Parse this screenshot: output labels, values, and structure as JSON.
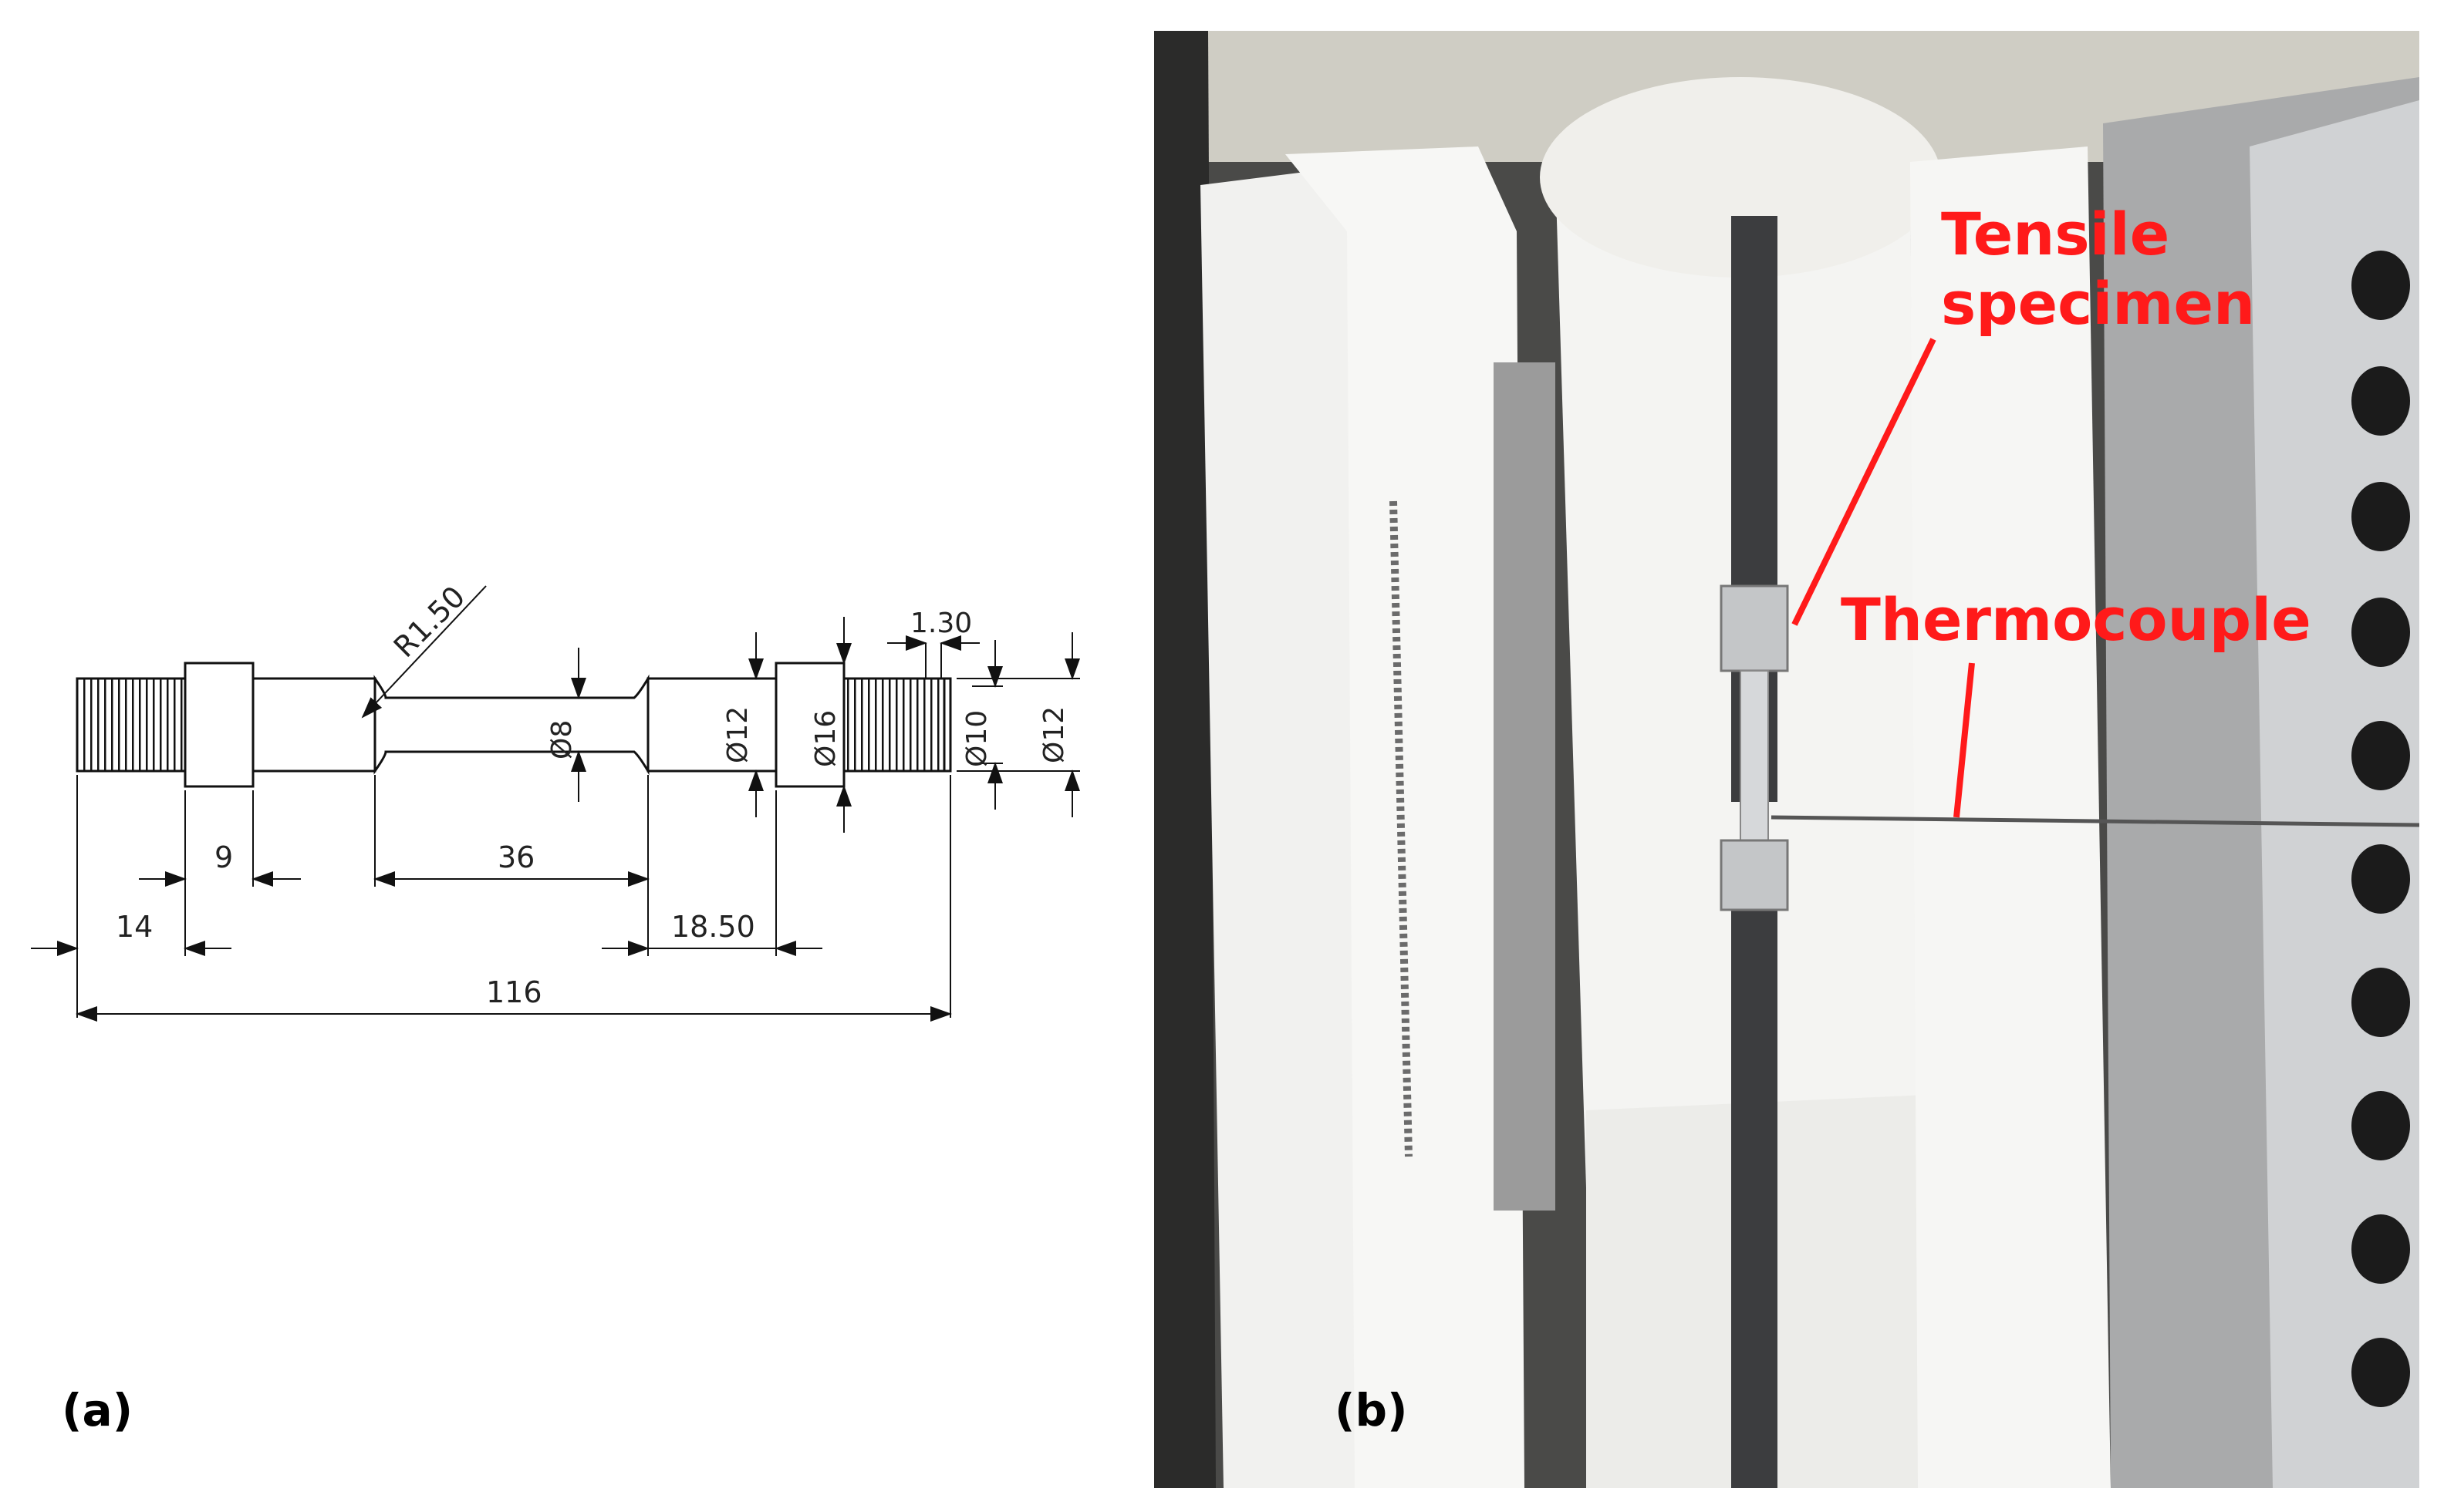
{
  "panels": {
    "a": {
      "label": "(a)"
    },
    "b": {
      "label": "(b)"
    }
  },
  "drawing": {
    "dimensions": {
      "radius": "R1.50",
      "thread_pitch": "1.30",
      "gauge_diameter": "Ø8",
      "shoulder_diameter": "Ø12",
      "collar_diameter": "Ø16",
      "thread_root_diameter": "Ø10",
      "thread_outer_diameter": "Ø12",
      "collar_width": "9",
      "gauge_length": "36",
      "thread_length": "14",
      "shoulder_length": "18.50",
      "total_length": "116"
    }
  },
  "photo": {
    "annotations": {
      "specimen_line1": "Tensile",
      "specimen_line2": "specimen",
      "thermocouple": "Thermocouple"
    },
    "annotation_color": "#ff1a1a"
  }
}
